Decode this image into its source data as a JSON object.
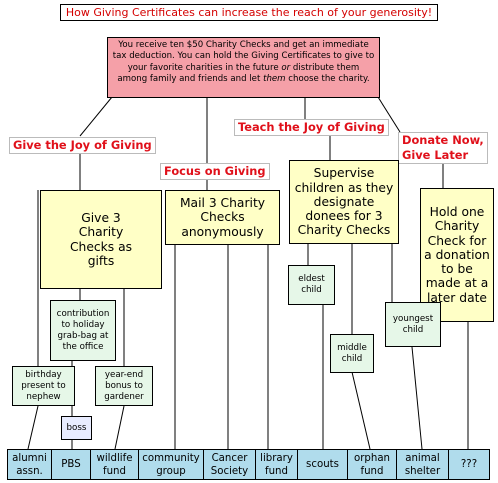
{
  "title": "How Giving Certificates can increase the reach of your generosity!",
  "top_box": {
    "part1": "You receive ten $50 Charity Checks and get an immediate tax deduction. You can hold the Giving Certificates to give to your favorite charities in the future ",
    "or": "or",
    "part2": " distribute them among family and friends and let ",
    "them": "them",
    "part3": " choose the charity."
  },
  "headers": {
    "give": "Give the Joy of Giving",
    "focus": "Focus on Giving",
    "teach": "Teach the Joy of Giving",
    "donate_line1": "Donate Now,",
    "donate_line2": "Give Later"
  },
  "boxes": {
    "give3": "Give 3 Charity Checks as gifts",
    "mail3": "Mail 3 Charity Checks anonymously",
    "supervise": "Supervise children as they designate donees for 3 Charity Checks",
    "hold": "Hold one Charity Check for a donation to be made at a later date"
  },
  "sub_boxes": {
    "contribution": "contribution to holiday grab-bag at the office",
    "birthday": "birthday present to nephew",
    "year_end": "year-end bonus to gardener",
    "boss": "boss",
    "eldest": "eldest child",
    "middle": "middle child",
    "youngest": "youngest child"
  },
  "bottom": [
    {
      "line1": "alumni",
      "line2": "assn."
    },
    {
      "line1": "PBS",
      "line2": ""
    },
    {
      "line1": "wildlife",
      "line2": "fund"
    },
    {
      "line1": "community",
      "line2": "group"
    },
    {
      "line1": "Cancer",
      "line2": "Society"
    },
    {
      "line1": "library",
      "line2": "fund"
    },
    {
      "line1": "scouts",
      "line2": ""
    },
    {
      "line1": "orphan",
      "line2": "fund"
    },
    {
      "line1": "animal",
      "line2": "shelter"
    },
    {
      "line1": "???",
      "line2": ""
    }
  ],
  "colors": {
    "header_red": "#e0101a",
    "top_pink": "#f5a0a8",
    "yellow_box": "#ffffc6",
    "green_box": "#e6f7e8",
    "blue_cell": "#b0dcec",
    "lavender_box": "#e8ecff"
  }
}
